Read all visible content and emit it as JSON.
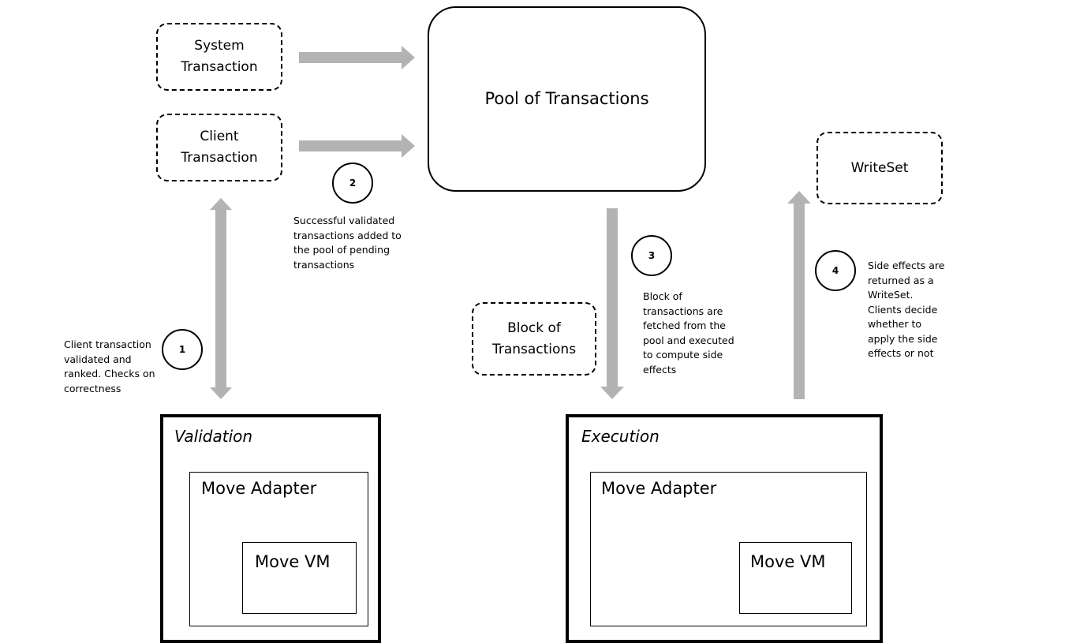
{
  "colors": {
    "arrow": "#b3b3b3",
    "stroke": "#000000"
  },
  "sources": {
    "system": "System\nTransaction",
    "client": "Client\nTransaction"
  },
  "pool": {
    "label": "Pool of Transactions"
  },
  "writeset": {
    "label": "WriteSet"
  },
  "block": {
    "label": "Block of\nTransactions"
  },
  "steps": [
    {
      "number": "1",
      "text": "Client transaction\nvalidated and\nranked. Checks on\ncorrectness"
    },
    {
      "number": "2",
      "text": "Successful validated\ntransactions added to\nthe pool of pending\ntransactions"
    },
    {
      "number": "3",
      "text": "Block of\ntransactions are\nfetched from the\npool and executed\nto compute side\neffects"
    },
    {
      "number": "4",
      "text": "Side effects are\nreturned as a\nWriteSet.\nClients decide\nwhether to\napply the side\neffects or not"
    }
  ],
  "validation": {
    "title": "Validation",
    "adapter": "Move Adapter",
    "vm": "Move VM"
  },
  "execution": {
    "title": "Execution",
    "adapter": "Move Adapter",
    "vm": "Move VM"
  }
}
